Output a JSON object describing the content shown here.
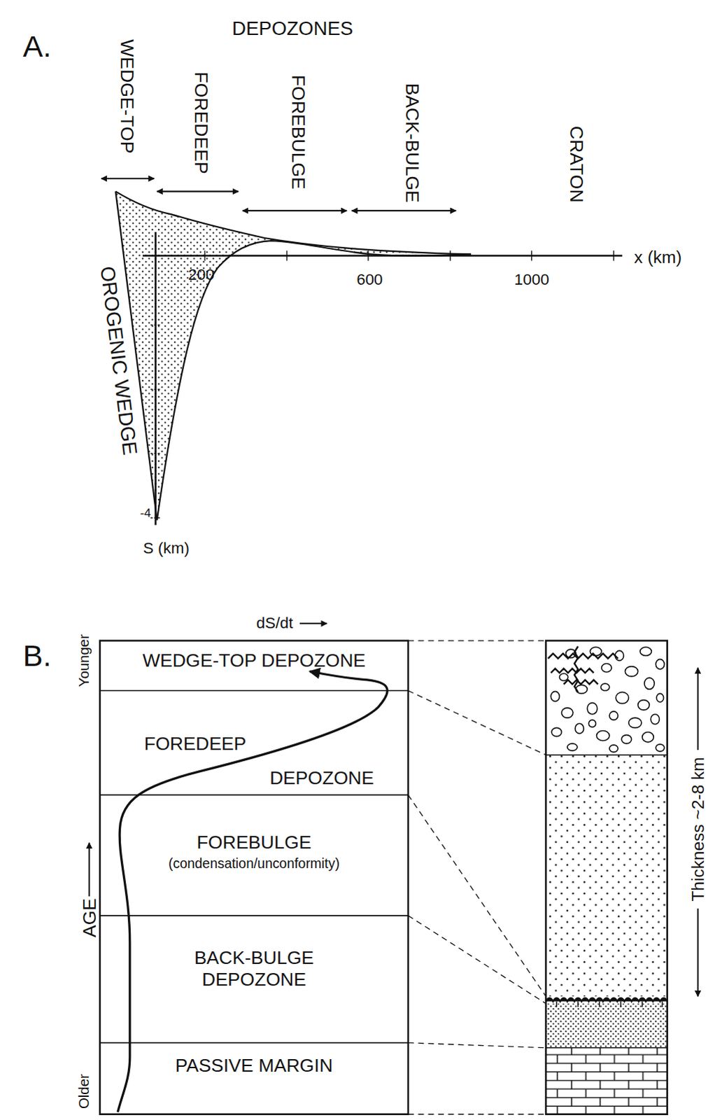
{
  "diagram": {
    "nodes": [
      {
        "text": [
          "WEDGE-TOP DEPOZONE"
        ]
      },
      {
        "text": [
          "FOREDEEP",
          "DEPOZONE"
        ]
      },
      {
        "text": [
          "FOREBULGE",
          "(condensation/unconformity)"
        ]
      },
      {
        "text": [
          "BACK-BULGE DEPOZONE"
        ]
      },
      {
        "text": [
          "PASSIVE MARGIN"
        ]
      }
    ],
    "labels": [
      "DEPOZONES",
      "A.",
      "WEDGE-TOP",
      "FOREDEEP",
      "FOREBULGE",
      "BACK-BULGE",
      "CRATON",
      "OROGENIC WEDGE",
      "200",
      "600",
      "1000",
      "x (km)",
      "-4",
      "S (km)",
      "B.",
      "dS/dt",
      "Younger",
      "AGE",
      "Older",
      "Thickness ~2-8 km"
    ]
  }
}
